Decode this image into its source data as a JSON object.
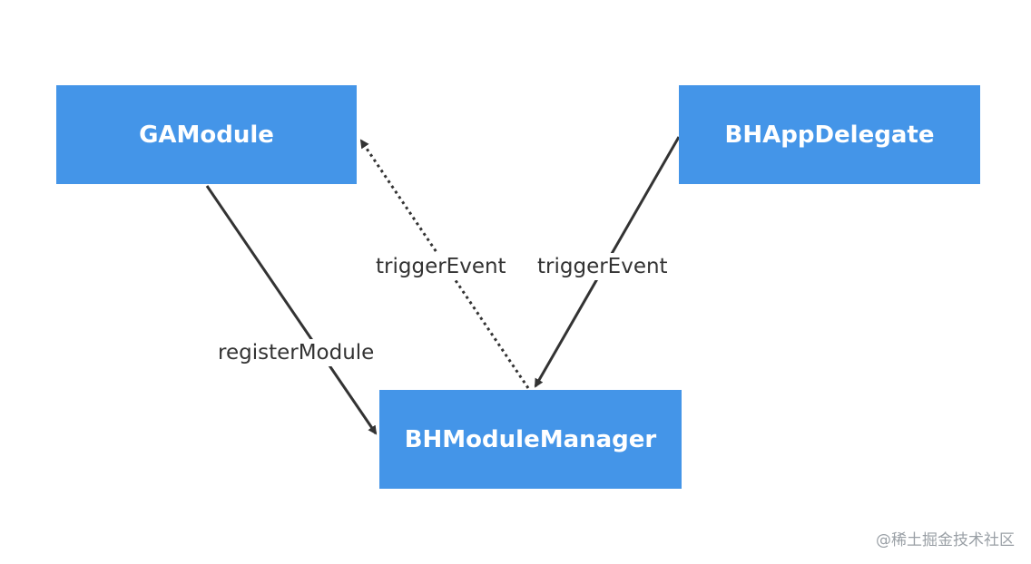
{
  "nodes": {
    "ga_module": "GAModule",
    "bh_app_delegate": "BHAppDelegate",
    "bh_module_manager": "BHModuleManager"
  },
  "edges": {
    "register_module": "registerModule",
    "trigger_event_dotted": "triggerEvent",
    "trigger_event_solid": "triggerEvent"
  },
  "watermark": "@稀土掘金技术社区",
  "colors": {
    "node_fill": "#4495e8",
    "node_text": "#ffffff",
    "edge_stroke": "#333333",
    "label_text": "#333333",
    "watermark_text": "#9aa0a6"
  }
}
